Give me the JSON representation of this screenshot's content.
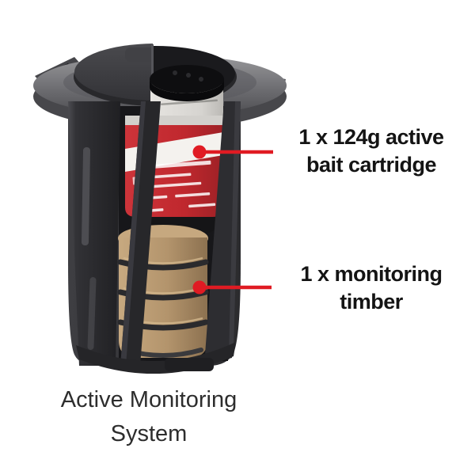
{
  "background": "#ffffff",
  "diagram": {
    "subject": "termite-bait-station-cutaway",
    "callouts": {
      "bait": {
        "line1": "1 x 124g active",
        "line2": "bait cartridge"
      },
      "timber": {
        "line1": "1 x monitoring",
        "line2": "timber"
      }
    },
    "caption": {
      "line1": "Active Monitoring",
      "line2": "System"
    },
    "colors": {
      "callout_red": "#e01b23",
      "cartridge_label_red": "#c0282e",
      "cartridge_band_white": "#f4f2ee",
      "timber_tan": "#b3946c",
      "station_gray": "#3a3a3e",
      "callout_text": "#141414",
      "caption_text": "#2d2d2d"
    }
  }
}
